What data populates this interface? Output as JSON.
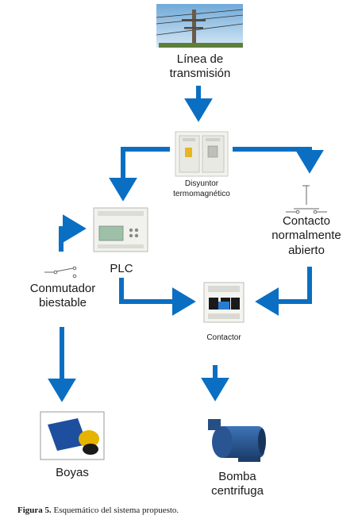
{
  "nodes": {
    "transmission_line": {
      "label_line1": "Línea de",
      "label_line2": "transmisión"
    },
    "breaker": {
      "label_line1": "Disyuntor",
      "label_line2": "termomagnético"
    },
    "plc": {
      "label": "PLC"
    },
    "normally_open_contact": {
      "label_line1": "Contacto",
      "label_line2": "normalmente",
      "label_line3": "abierto"
    },
    "bistable_switch": {
      "label_line1": "Conmutador",
      "label_line2": "biestable"
    },
    "contactor": {
      "label": "Contactor"
    },
    "floats": {
      "label": "Boyas"
    },
    "centrifugal_pump": {
      "label_line1": "Bomba",
      "label_line2": "centrifuga"
    }
  },
  "caption": {
    "figure_label": "Figura 5.",
    "text": " Esquemático del sistema propuesto."
  },
  "colors": {
    "arrow": "#0a6fc2",
    "text": "#1a1a1a"
  }
}
